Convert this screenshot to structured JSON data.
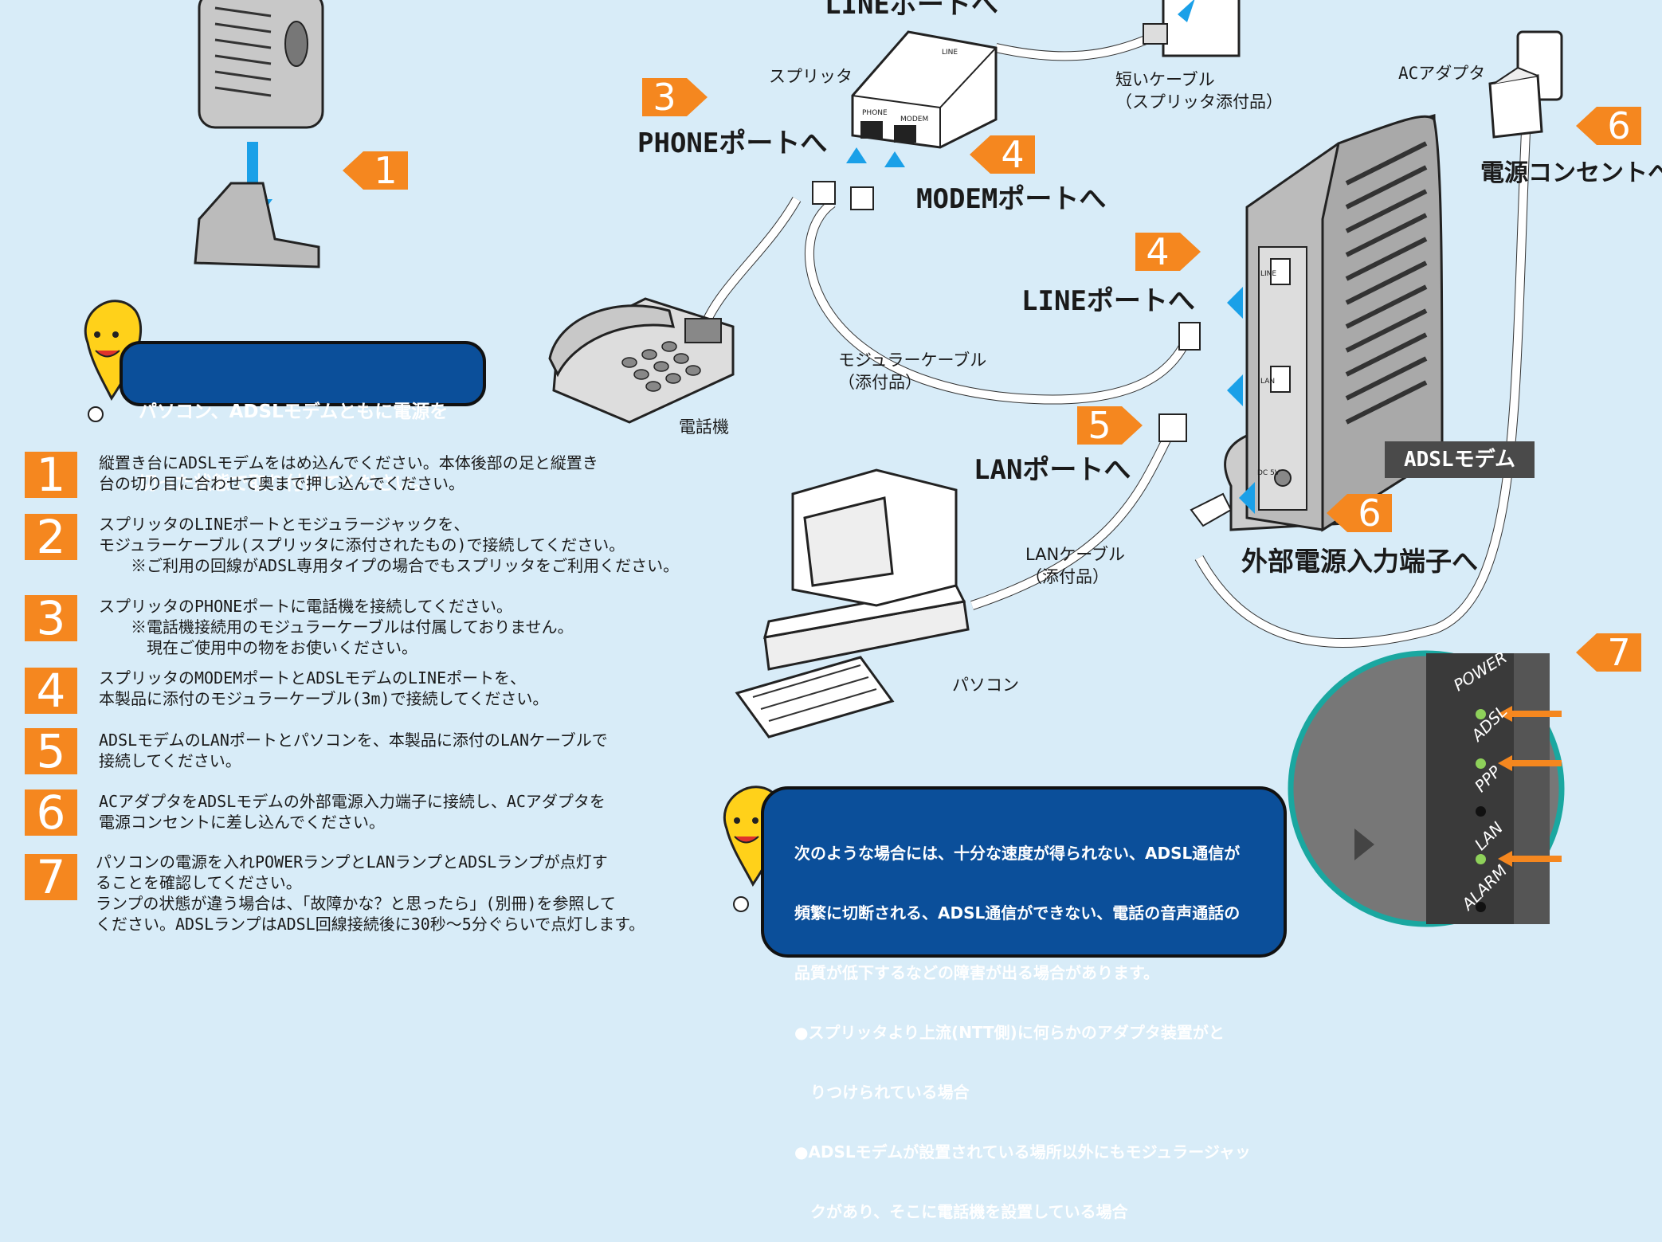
{
  "colors": {
    "background": "#d8ecf8",
    "accent_orange": "#f5871f",
    "bubble_blue": "#0b4f9a",
    "cable_arrow_blue": "#1aa0e8",
    "led_green": "#8ed15a"
  },
  "header_cut": "LINEポートへ",
  "caution_bubble": {
    "line1": "パソコン、ADSLモデムともに電源を",
    "line2": "切った状態で取り付けてください。"
  },
  "notice_bubble": {
    "lines": [
      "次のような場合には、十分な速度が得られない、ADSL通信が",
      "頻繁に切断される、ADSL通信ができない、電話の音声通話の",
      "品質が低下するなどの障害が出る場合があります。",
      "●スプリッタより上流(NTT側)に何らかのアダプタ装置がと",
      "　りつけられている場合",
      "●ADSLモデムが設置されている場所以外にもモジュラージャッ",
      "　クがあり、そこに電話機を設置している場合"
    ]
  },
  "steps": [
    {
      "num": "1",
      "text": "縦置き台にADSLモデムをはめ込んでください。本体後部の足と縦置き\n台の切り目に合わせて奥まで押し込んでください。"
    },
    {
      "num": "2",
      "text": "スプリッタのLINEポートとモジュラージャックを、\nモジュラーケーブル(スプリッタに添付されたもの)で接続してください。\n　　※ご利用の回線がADSL専用タイプの場合でもスプリッタをご利用ください。"
    },
    {
      "num": "3",
      "text": "スプリッタのPHONEポートに電話機を接続してください。\n　　※電話機接続用のモジュラーケーブルは付属しておりません。\n　　　現在ご使用中の物をお使いください。"
    },
    {
      "num": "4",
      "text": "スプリッタのMODEMポートとADSLモデムのLINEポートを、\n本製品に添付のモジュラーケーブル(3m)で接続してください。"
    },
    {
      "num": "5",
      "text": "ADSLモデムのLANポートとパソコンを、本製品に添付のLANケーブルで\n接続してください。"
    },
    {
      "num": "6",
      "text": "ACアダプタをADSLモデムの外部電源入力端子に接続し、ACアダプタを\n電源コンセントに差し込んでください。"
    },
    {
      "num": "7",
      "text": "パソコンの電源を入れPOWERランプとLANランプとADSLランプが点灯す\nることを確認してください。\nランプの状態が違う場合は、「故障かな？と思ったら」(別冊)を参照して\nください。ADSLランプはADSL回線接続後に30秒～5分ぐらいで点灯します。"
    }
  ],
  "diagram": {
    "splitter_label": "スプリッタ",
    "splitter_port_line": "LINE",
    "splitter_port_phone": "PHONE",
    "splitter_port_modem": "MODEM",
    "short_cable": "短いケーブル\n（スプリッタ添付品）",
    "ac_adapter": "ACアダプタ",
    "modular_cable": "モジュラーケーブル\n（添付品）",
    "lan_cable": "LANケーブル\n（添付品）",
    "telephone": "電話機",
    "pc": "パソコン",
    "modem_label": "ADSLモデム",
    "modem_port_line": "LINE",
    "modem_port_lan": "LAN",
    "modem_port_dc": "DC 5V",
    "callouts": {
      "c1": "1",
      "c3": "3",
      "c3_text": "PHONEポートへ",
      "c4a": "4",
      "c4a_text": "MODEMポートへ",
      "c4b": "4",
      "c4b_text": "LINEポートへ",
      "c5": "5",
      "c5_text": "LANポートへ",
      "c6a": "6",
      "c6a_text": "電源コンセントへ",
      "c6b": "6",
      "c6b_text": "外部電源入力端子へ",
      "c7": "7"
    },
    "leds": [
      {
        "label": "POWER",
        "on": true
      },
      {
        "label": "ADSL",
        "on": true
      },
      {
        "label": "PPP",
        "on": false
      },
      {
        "label": "LAN",
        "on": true
      },
      {
        "label": "ALARM",
        "on": false
      }
    ]
  }
}
